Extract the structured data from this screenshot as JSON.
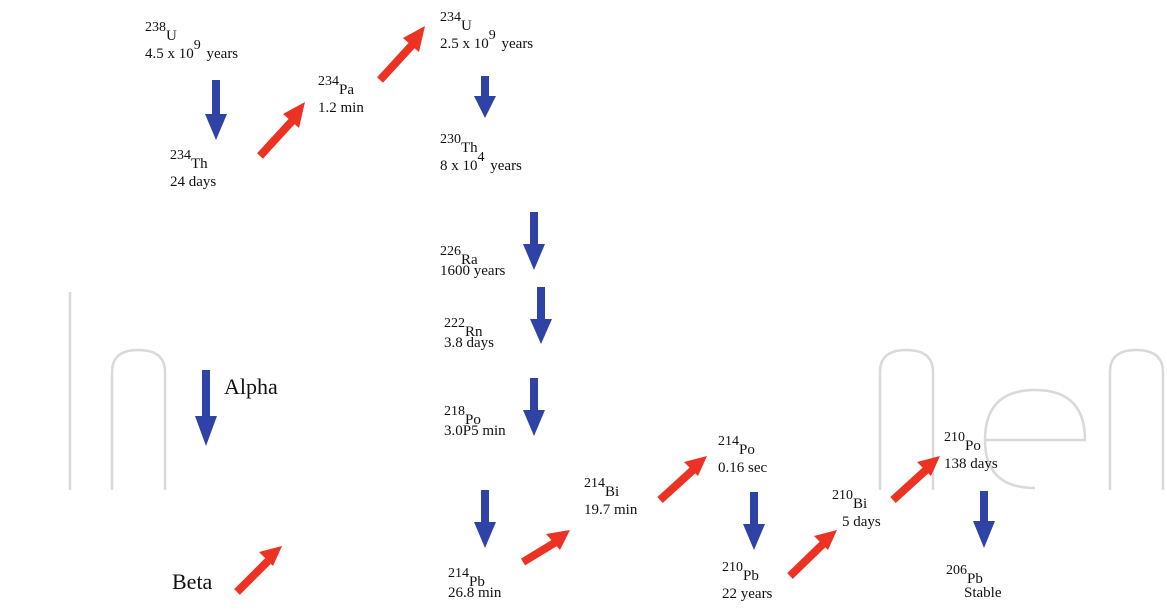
{
  "colors": {
    "alpha": "#2e43a5",
    "beta": "#ec3222",
    "watermark": "#d9d9d9"
  },
  "legend": {
    "alpha_label": "Alpha",
    "beta_label": "Beta"
  },
  "nuclides": [
    {
      "id": "u238",
      "mass": "238",
      "element": "U",
      "half_life": "4.5 x 10",
      "half_life_exp": "9",
      "half_life_unit": " years"
    },
    {
      "id": "th234",
      "mass": "234",
      "element": "Th",
      "half_life": "24 days"
    },
    {
      "id": "pa234",
      "mass": "234",
      "element": "Pa",
      "half_life": "1.2 min"
    },
    {
      "id": "u234",
      "mass": "234",
      "element": "U",
      "half_life": "2.5 x 10",
      "half_life_exp": "9",
      "half_life_unit": " years"
    },
    {
      "id": "th230",
      "mass": "230",
      "element": "Th",
      "half_life": "8 x 10",
      "half_life_exp": "4",
      "half_life_unit": " years"
    },
    {
      "id": "ra226",
      "mass": "226",
      "element": "Ra",
      "half_life": "1600 years"
    },
    {
      "id": "rn222",
      "mass": "222",
      "element": "Rn",
      "half_life": "3.8 days"
    },
    {
      "id": "po218",
      "mass": "218",
      "element": "Po",
      "half_life": "3.0P5 min"
    },
    {
      "id": "pb214",
      "mass": "214",
      "element": "Pb",
      "half_life": "26.8 min"
    },
    {
      "id": "bi214",
      "mass": "214",
      "element": "Bi",
      "half_life": "19.7 min"
    },
    {
      "id": "po214",
      "mass": "214",
      "element": "Po",
      "half_life": "0.16 sec"
    },
    {
      "id": "pb210",
      "mass": "210",
      "element": "Pb",
      "half_life": "22 years"
    },
    {
      "id": "bi210",
      "mass": "210",
      "element": "Bi",
      "half_life": "5 days"
    },
    {
      "id": "po210",
      "mass": "210",
      "element": "Po",
      "half_life": "138 days"
    },
    {
      "id": "pb206",
      "mass": "206",
      "element": "Pb",
      "half_life": "Stable"
    }
  ],
  "decays": [
    {
      "from": "u238",
      "to": "th234",
      "type": "alpha"
    },
    {
      "from": "th234",
      "to": "pa234",
      "type": "beta"
    },
    {
      "from": "pa234",
      "to": "u234",
      "type": "beta"
    },
    {
      "from": "u234",
      "to": "th230",
      "type": "alpha"
    },
    {
      "from": "th230",
      "to": "ra226",
      "type": "alpha"
    },
    {
      "from": "ra226",
      "to": "rn222",
      "type": "alpha"
    },
    {
      "from": "rn222",
      "to": "po218",
      "type": "alpha"
    },
    {
      "from": "po218",
      "to": "pb214",
      "type": "alpha"
    },
    {
      "from": "pb214",
      "to": "bi214",
      "type": "beta"
    },
    {
      "from": "bi214",
      "to": "po214",
      "type": "beta"
    },
    {
      "from": "po214",
      "to": "pb210",
      "type": "alpha"
    },
    {
      "from": "pb210",
      "to": "bi210",
      "type": "beta"
    },
    {
      "from": "bi210",
      "to": "po210",
      "type": "beta"
    },
    {
      "from": "po210",
      "to": "pb206",
      "type": "alpha"
    }
  ]
}
